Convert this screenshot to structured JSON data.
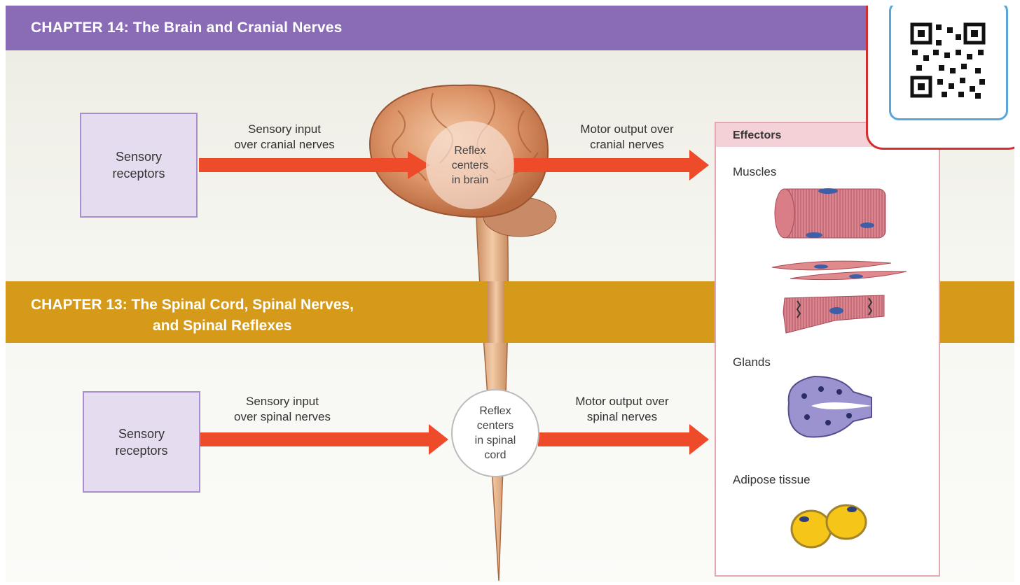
{
  "chapter14": {
    "title": "CHAPTER 14: The Brain and Cranial Nerves",
    "color": "#8a6cb6"
  },
  "chapter13": {
    "title_line1": "CHAPTER 13: The Spinal Cord, Spinal Nerves,",
    "title_line2": "and Spinal Reflexes",
    "color": "#d59a1a"
  },
  "top_row": {
    "receptors": "Sensory\nreceptors",
    "input": "Sensory input\nover cranial nerves",
    "reflex": "Reflex\ncenters\nin brain",
    "output": "Motor output over\ncranial nerves"
  },
  "bottom_row": {
    "receptors": "Sensory\nreceptors",
    "input": "Sensory input\nover spinal nerves",
    "reflex": "Reflex\ncenters\nin spinal\ncord",
    "output": "Motor output over\nspinal nerves"
  },
  "effectors": {
    "heading": "Effectors",
    "muscles": "Muscles",
    "glands": "Glands",
    "adipose": "Adipose tissue"
  },
  "icons": [
    "brain-icon",
    "spinal-cord-icon",
    "skeletal-muscle-icon",
    "smooth-muscle-icon",
    "cardiac-muscle-icon",
    "gland-icon",
    "adipose-cell-icon",
    "qr-code-icon"
  ],
  "colors": {
    "arrow": "#ee4b2b",
    "effector_border": "#e3a8b1",
    "qr_border": "#d03030"
  }
}
